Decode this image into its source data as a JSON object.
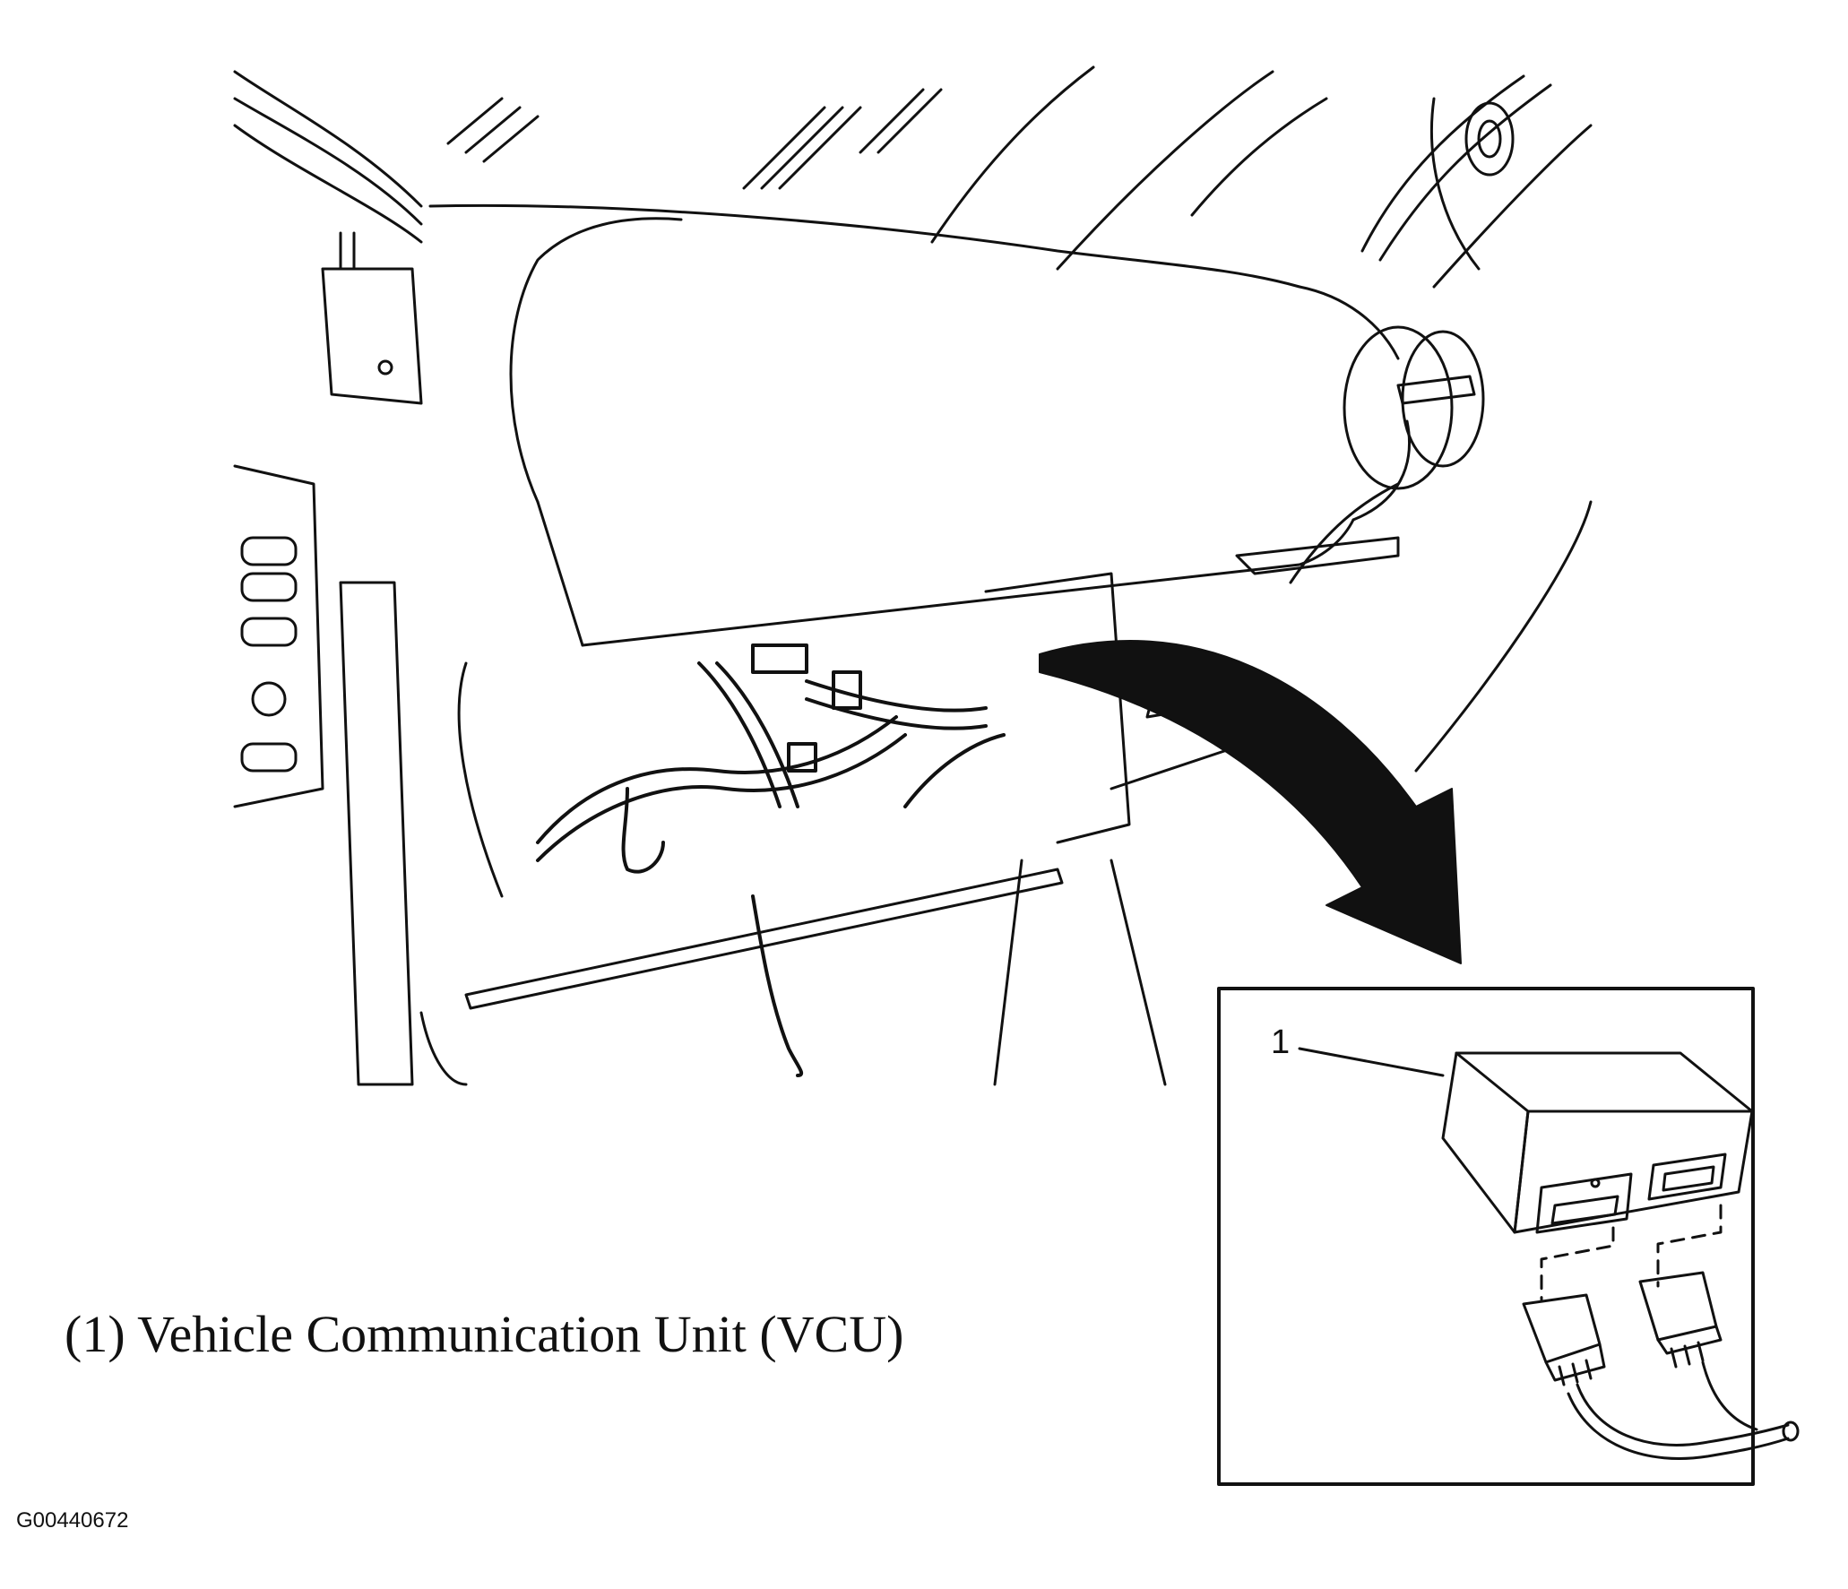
{
  "caption": "(1) Vehicle Communication Unit (VCU)",
  "figure_id": "G00440672",
  "callout_number": "1",
  "colors": {
    "line": "#111111",
    "background": "#ffffff"
  }
}
